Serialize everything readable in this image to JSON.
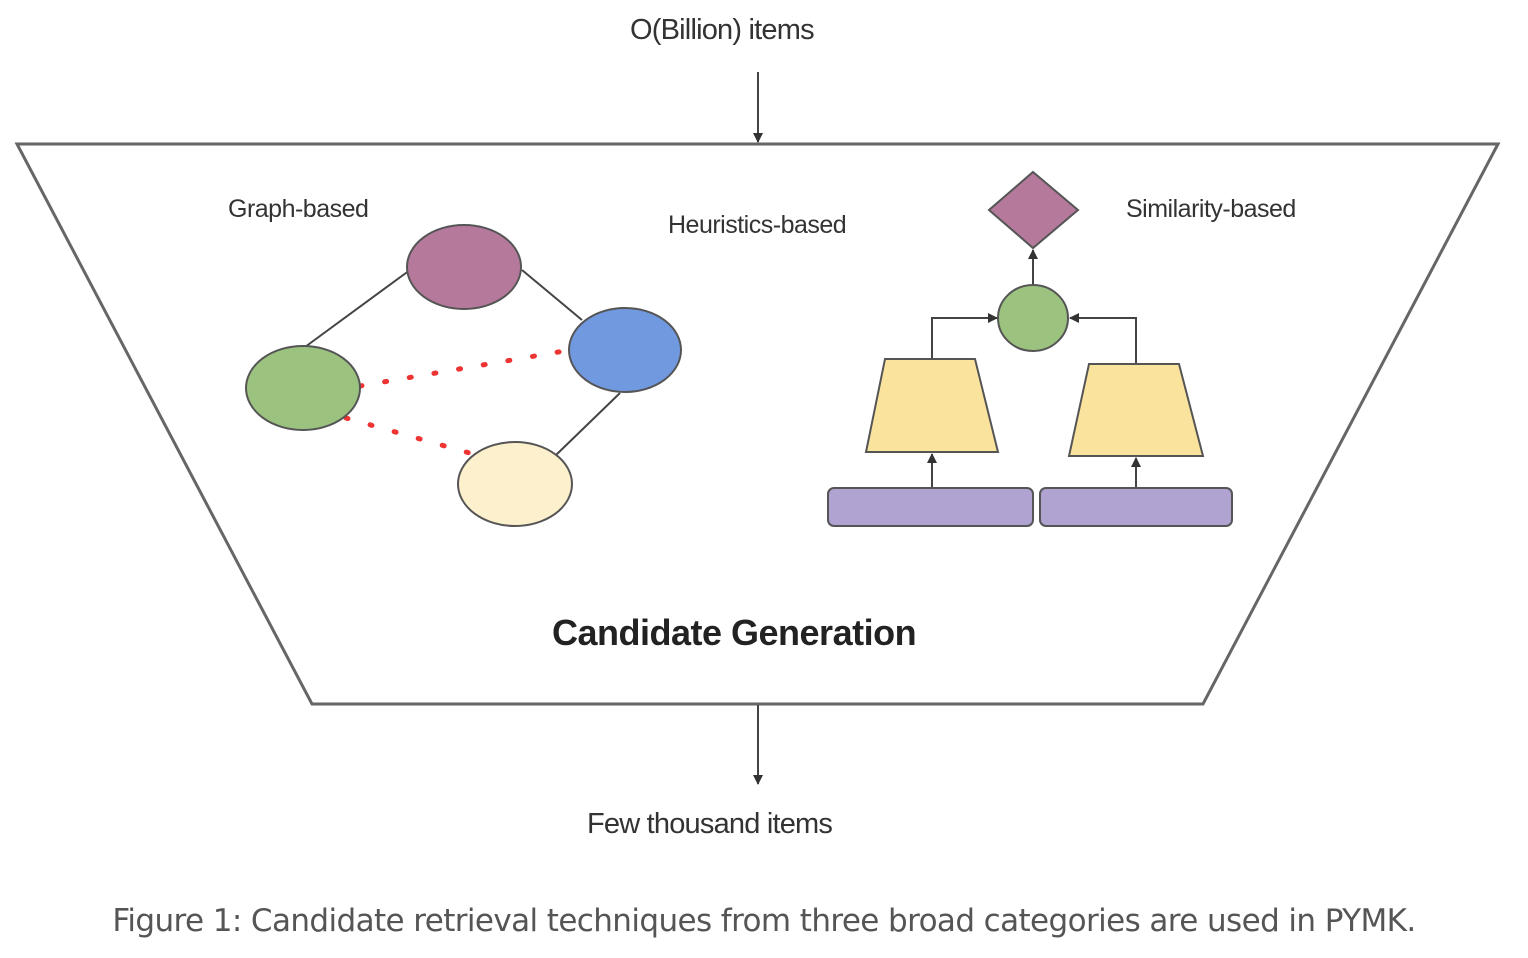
{
  "figure": {
    "input_label": "O(Billion) items",
    "output_label": "Few thousand items",
    "stage_title": "Candidate Generation",
    "caption": "Figure 1: Candidate retrieval techniques from three broad categories are used in PYMK."
  },
  "categories": {
    "graph": {
      "label": "Graph-based",
      "nodes": [
        {
          "name": "purple-node",
          "color": "#b5799c"
        },
        {
          "name": "green-node",
          "color": "#9bc37f"
        },
        {
          "name": "blue-node",
          "color": "#7199e0"
        },
        {
          "name": "cream-node",
          "color": "#fcf0cd"
        }
      ],
      "solid_edges": [
        [
          "purple-node",
          "green-node"
        ],
        [
          "purple-node",
          "blue-node"
        ],
        [
          "blue-node",
          "cream-node"
        ]
      ],
      "dotted_edges": [
        [
          "green-node",
          "blue-node"
        ],
        [
          "green-node",
          "cream-node"
        ]
      ],
      "dotted_edge_color": "#ee3333"
    },
    "heuristics": {
      "label": "Heuristics-based"
    },
    "similarity": {
      "label": "Similarity-based",
      "colors": {
        "output_diamond": "#b5799c",
        "combiner_circle": "#9bc37f",
        "encoder_tower": "#f9e39d",
        "input_block": "#b1a3d1"
      }
    }
  }
}
